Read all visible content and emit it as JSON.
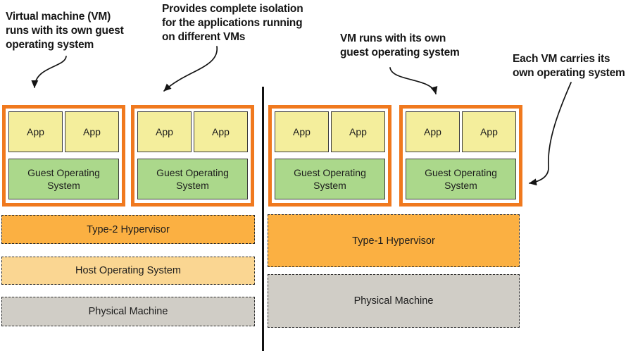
{
  "annotations": {
    "vm_left": {
      "text": "Virtual machine (VM)\nruns with its own guest\noperating system"
    },
    "isolation": {
      "text": "Provides complete isolation\nfor the applications running\non different VMs"
    },
    "vm_right": {
      "text": "VM runs with its own\nguest operating system"
    },
    "carries_os": {
      "text": "Each VM carries its\nown operating system"
    }
  },
  "vms": [
    {
      "apps": [
        "App",
        "App"
      ],
      "guest_os": "Guest Operating System"
    },
    {
      "apps": [
        "App",
        "App"
      ],
      "guest_os": "Guest Operating System"
    },
    {
      "apps": [
        "App",
        "App"
      ],
      "guest_os": "Guest Operating System"
    },
    {
      "apps": [
        "App",
        "App"
      ],
      "guest_os": "Guest Operating System"
    }
  ],
  "left_stack": {
    "layers": [
      {
        "label": "Type-2 Hypervisor"
      },
      {
        "label": "Host Operating System"
      },
      {
        "label": "Physical Machine"
      }
    ]
  },
  "right_stack": {
    "layers": [
      {
        "label": "Type-1 Hypervisor"
      },
      {
        "label": "Physical Machine"
      }
    ]
  },
  "colors": {
    "vm_border": "#F0791E",
    "app_fill": "#F4EE9C",
    "guest_os_fill": "#ABD88B",
    "hypervisor_fill": "#FBB042",
    "host_os_fill": "#FAD692",
    "physical_fill": "#D0CDC6",
    "arrow": "#141414"
  }
}
